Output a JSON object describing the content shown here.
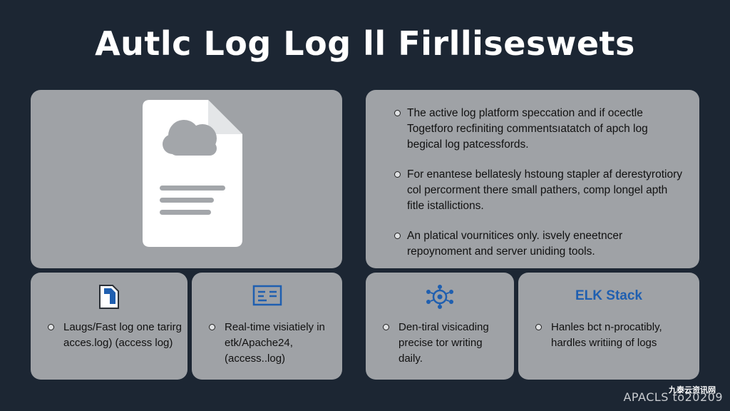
{
  "title": "Autlc Log Log ll Firlliseswets",
  "bullets": [
    {
      "text": "The active log platform speccation and if ocectle Togetforo recfiniting commentsıatatch of apch log begical log patcessfords."
    },
    {
      "text": "For enantese bellatesly hstoung stapler af derestyrotiory col percorment there small pathers, comp longel apth fitle istallictions."
    },
    {
      "text": "An platical vournitices only. isvely eneetncer repoynoment and server uniding tools."
    }
  ],
  "cards": [
    {
      "icon": "document-icon",
      "text": "Laugs/Fast log one tarirg acces.log) (access log)"
    },
    {
      "icon": "terminal-window-icon",
      "text": "Real-time visiatiely in etk/Apache24, (access..log)"
    },
    {
      "icon": "network-gear-icon",
      "text": "Den-tiral visicading precise tor writing daily."
    },
    {
      "heading": "ELK Stack",
      "text": "Hanles bct n-procatibly, hardles writiing of logs"
    }
  ],
  "watermark": {
    "cn": "九泰云资讯网",
    "text": "APACLS to20209"
  },
  "colors": {
    "background": "#1c2633",
    "panel": "#9fa2a6",
    "accent": "#1f5fb0",
    "document": "#ffffff"
  }
}
